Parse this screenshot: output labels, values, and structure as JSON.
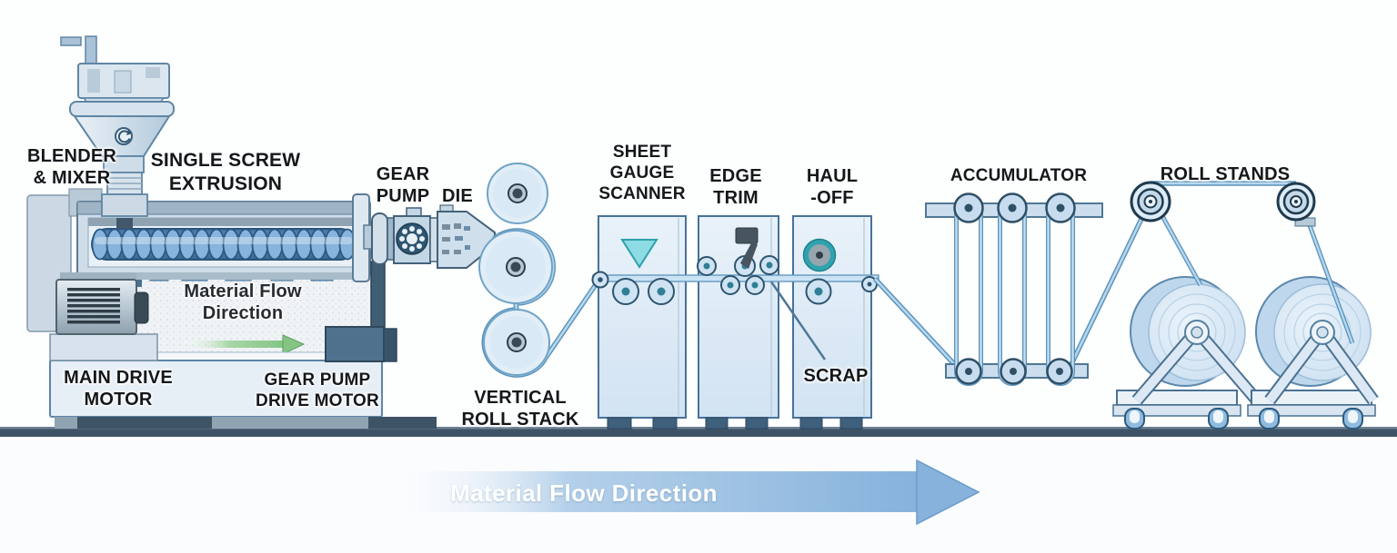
{
  "labels": {
    "blender_mixer": "BLENDER\n& MIXER",
    "single_screw_extrusion": "SINGLE SCREW\nEXTRUSION",
    "gear_pump": "GEAR\nPUMP",
    "die": "DIE",
    "vertical_roll_stack": "VERTICAL\nROLL STACK",
    "sheet_gauge_scanner": "SHEET\nGAUGE\nSCANNER",
    "edge_trim": "EDGE\nTRIM",
    "haul_off": "HAUL\n-OFF",
    "scrap": "SCRAP",
    "accumulator": "ACCUMULATOR",
    "roll_stands": "ROLL STANDS",
    "main_drive_motor": "MAIN DRIVE\nMOTOR",
    "gear_pump_drive_motor": "GEAR PUMP\nDRIVE MOTOR",
    "inner_flow": "Material Flow\nDirection",
    "flow_arrow": "Material Flow Direction"
  },
  "colors": {
    "cabinet_fill": "#ddeaf6",
    "machine_outline": "#47729a",
    "web_line": "#5b93bb",
    "web_highlight": "#c9e2f4",
    "teal_accent": "#2fa3ae",
    "scanner_triangle": "#8ddbe3",
    "floor": "#3f5366",
    "flow_arrow_blue": "#86b2dc",
    "green_arrow": "#84c584",
    "knife_gray": "#46555f",
    "screw_blue": "#5e92c2",
    "label_text": "#15181b"
  }
}
